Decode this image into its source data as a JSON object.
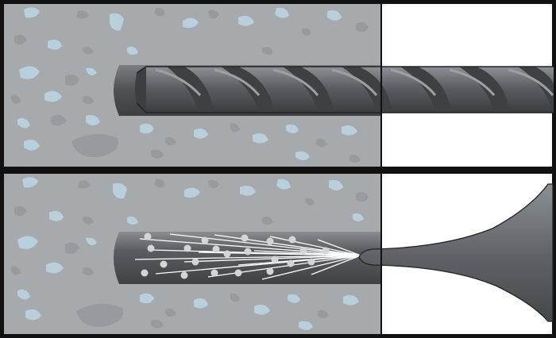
{
  "figure": {
    "panels": [
      {
        "id": "drilling",
        "tool": "drill-bit"
      },
      {
        "id": "cleaning",
        "tool": "blow-out-nozzle"
      }
    ],
    "colors": {
      "frame": "#111111",
      "concrete": "#a7aaac",
      "aggregate": "#b8d0dc",
      "aggregate_dark": "#979ba0",
      "hole": "#606468",
      "metal_dark": "#505457",
      "metal_mid": "#6d7276",
      "metal_light": "#8e9398",
      "background": "#ffffff",
      "air_stream": "#ffffff"
    }
  }
}
